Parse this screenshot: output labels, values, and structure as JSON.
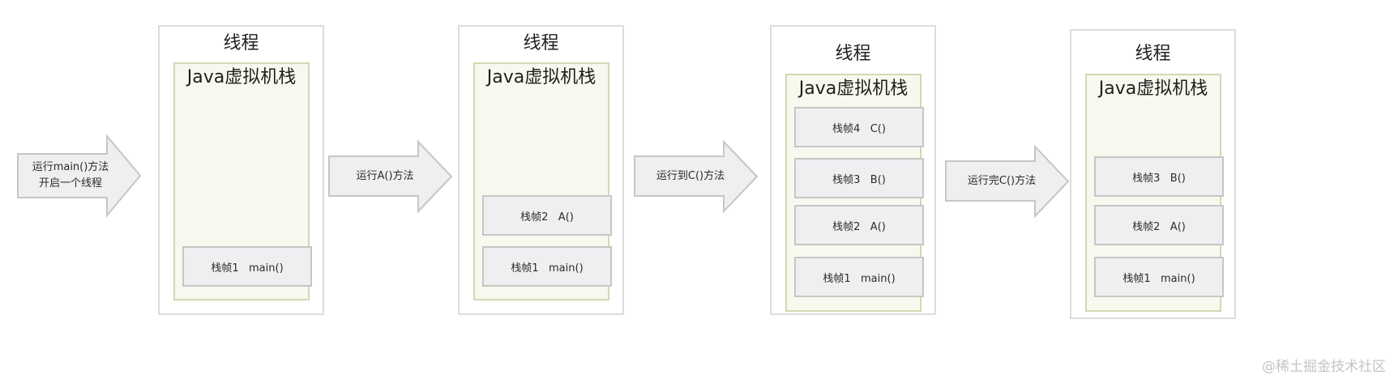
{
  "arrows": [
    {
      "lines": [
        "运行main()方法",
        "开启一个线程"
      ]
    },
    {
      "lines": [
        "运行A()方法"
      ]
    },
    {
      "lines": [
        "运行到C()方法"
      ]
    },
    {
      "lines": [
        "运行完C()方法"
      ]
    }
  ],
  "stages": [
    {
      "thread_title": "线程",
      "jvm_title": "Java虚拟机栈",
      "frames": [
        "栈帧1   main()"
      ]
    },
    {
      "thread_title": "线程",
      "jvm_title": "Java虚拟机栈",
      "frames": [
        "栈帧2   A()",
        "栈帧1   main()"
      ]
    },
    {
      "thread_title": "线程",
      "jvm_title": "Java虚拟机栈",
      "frames": [
        "栈帧4   C()",
        "栈帧3   B()",
        "栈帧2   A()",
        "栈帧1   main()"
      ]
    },
    {
      "thread_title": "线程",
      "jvm_title": "Java虚拟机栈",
      "frames": [
        "栈帧3   B()",
        "栈帧2   A()",
        "栈帧1   main()"
      ]
    }
  ],
  "watermark": "@稀土掘金技术社区"
}
